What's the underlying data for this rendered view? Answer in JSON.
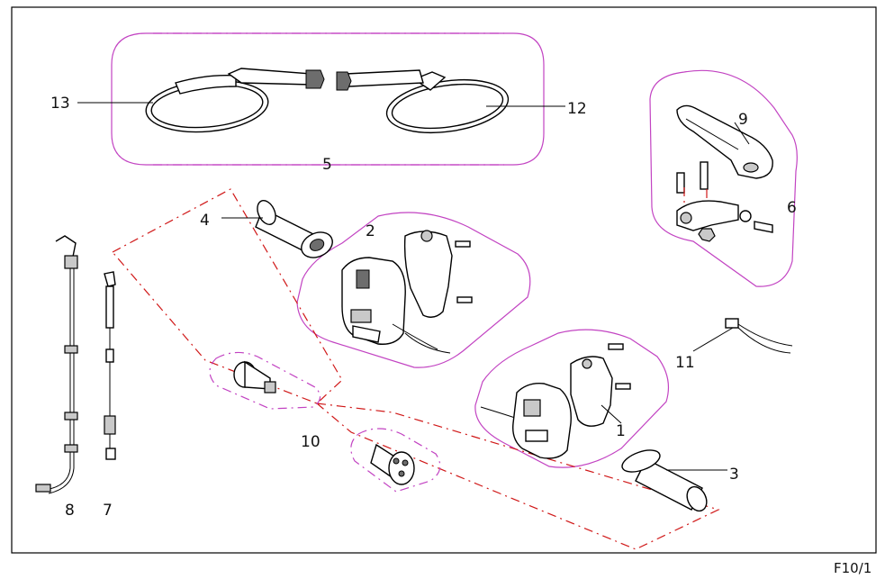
{
  "diagram": {
    "part_numbers": {
      "p1": "1",
      "p2": "2",
      "p3": "3",
      "p4": "4",
      "p5": "5",
      "p6": "6",
      "p7": "7",
      "p8": "8",
      "p9": "9",
      "p10": "10",
      "p11": "11",
      "p12": "12",
      "p13": "13"
    },
    "page_code": "F10/1",
    "colors": {
      "group_outline": "#c243c2",
      "assembly_outline": "#d01818",
      "line": "#000000",
      "frame": "#000000"
    }
  }
}
